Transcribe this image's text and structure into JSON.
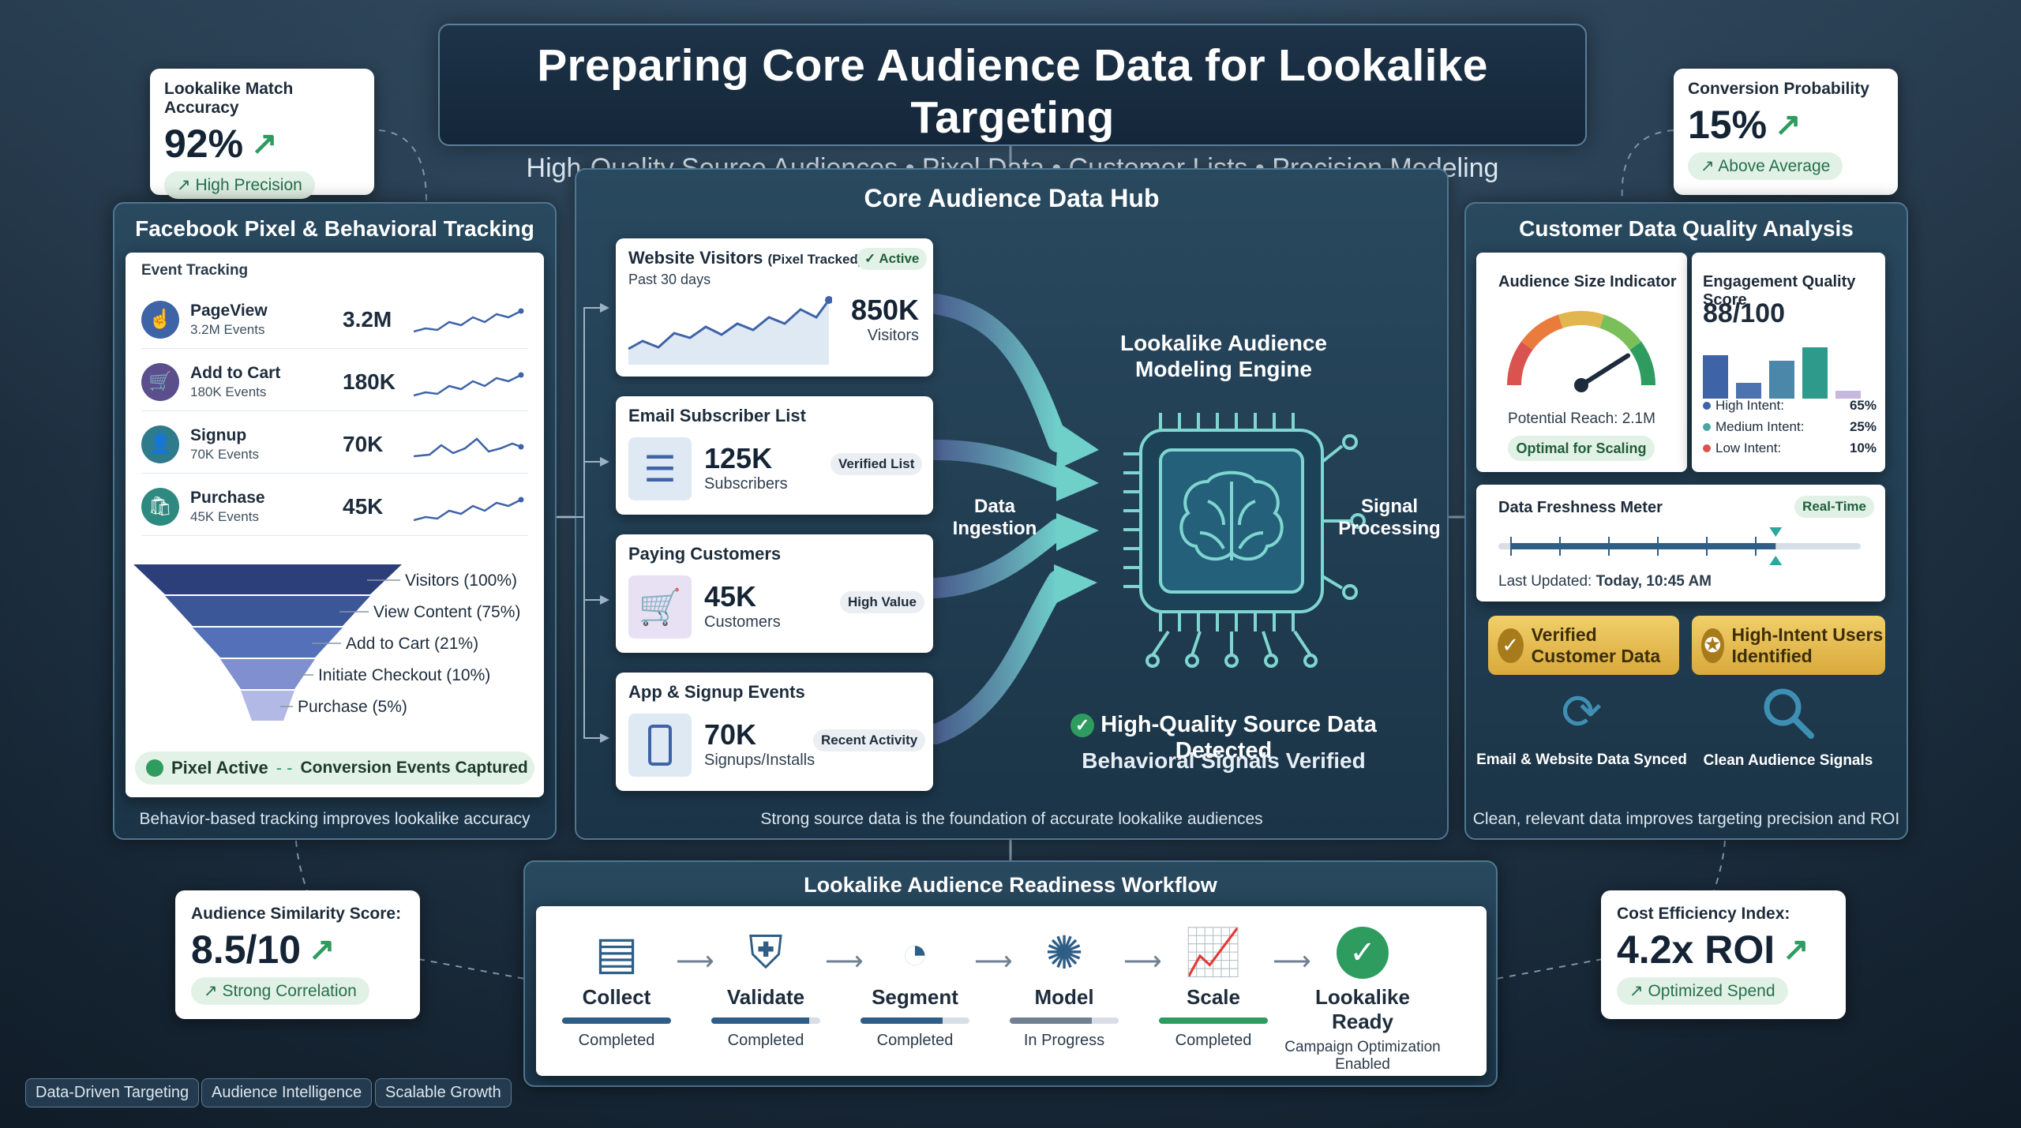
{
  "header": {
    "title": "Preparing Core Audience Data for Lookalike Targeting",
    "subtitle": "High-Quality Source Audiences • Pixel Data • Customer Lists • Precision Modeling"
  },
  "stats": {
    "match": {
      "label": "Lookalike Match Accuracy",
      "value": "92%",
      "pill": "High Precision"
    },
    "conversion": {
      "label": "Conversion Probability",
      "value": "15%",
      "pill": "Above Average"
    },
    "similarity": {
      "label": "Audience Similarity Score:",
      "value": "8.5/10",
      "pill": "Strong Correlation"
    },
    "cost": {
      "label": "Cost Efficiency Index:",
      "value": "4.2x ROI",
      "pill": "Optimized Spend"
    }
  },
  "pixel": {
    "title": "Facebook Pixel & Behavioral Tracking",
    "section": "Event Tracking",
    "events": [
      {
        "name": "PageView",
        "sub": "3.2M Events",
        "value": "3.2M",
        "color": "#3e63a7",
        "icon": "pageview-icon",
        "glyph": "☝"
      },
      {
        "name": "Add to Cart",
        "sub": "180K Events",
        "value": "180K",
        "color": "#5a4e8d",
        "icon": "cart-icon",
        "glyph": "🛒"
      },
      {
        "name": "Signup",
        "sub": "70K Events",
        "value": "70K",
        "color": "#2e7b8c",
        "icon": "user-add-icon",
        "glyph": "👤"
      },
      {
        "name": "Purchase",
        "sub": "45K Events",
        "value": "45K",
        "color": "#2e8a80",
        "icon": "bag-icon",
        "glyph": "🛍"
      }
    ],
    "funnel": [
      {
        "label": "Visitors (100%)",
        "pct": 100
      },
      {
        "label": "View Content (75%)",
        "pct": 75
      },
      {
        "label": "Add to Cart (21%)",
        "pct": 21
      },
      {
        "label": "Initiate Checkout (10%)",
        "pct": 10
      },
      {
        "label": "Purchase (5%)",
        "pct": 5
      }
    ],
    "status": "Pixel Active",
    "captured": "Conversion Events Captured",
    "footer": "Behavior-based tracking improves lookalike accuracy"
  },
  "hub": {
    "title": "Core Audience Data Hub",
    "sources": [
      {
        "title": "Website Visitors",
        "title_small": "(Pixel Tracked)",
        "badge": "Active",
        "period": "Past 30 days",
        "value": "850K",
        "unit": "Visitors"
      },
      {
        "title": "Email Subscriber List",
        "value": "125K",
        "unit": "Subscribers",
        "badge": "Verified List"
      },
      {
        "title": "Paying Customers",
        "value": "45K",
        "unit": "Customers",
        "badge": "High Value"
      },
      {
        "title": "App & Signup Events",
        "value": "70K",
        "unit": "Signups/Installs",
        "badge": "Recent Activity"
      }
    ],
    "ingestion": "Data Ingestion",
    "processing": "Signal Processing",
    "engine": "Lookalike Audience Modeling Engine",
    "detected": "High-Quality Source Data Detected",
    "verified": "Behavioral Signals Verified",
    "footer": "Strong source data is the foundation of accurate lookalike audiences"
  },
  "quality": {
    "title": "Customer Data Quality Analysis",
    "size": {
      "label": "Audience Size Indicator",
      "reach": "Potential Reach: 2.1M",
      "pill": "Optimal for Scaling",
      "gauge": 0.82
    },
    "engagement": {
      "label": "Engagement Quality Score",
      "score": "88/100",
      "bars": [
        {
          "v": 55,
          "c": "#3e63a7"
        },
        {
          "v": 20,
          "c": "#4c72b0"
        },
        {
          "v": 48,
          "c": "#4a87a8"
        },
        {
          "v": 65,
          "c": "#2e9a8c"
        },
        {
          "v": 10,
          "c": "#c7b8e0"
        }
      ],
      "items": [
        {
          "label": "High Intent:",
          "value": "65%",
          "color": "#3e63a7"
        },
        {
          "label": "Medium Intent:",
          "value": "25%",
          "color": "#49a6a0"
        },
        {
          "label": "Low Intent:",
          "value": "10%",
          "color": "#d9534f"
        }
      ]
    },
    "freshness": {
      "label": "Data Freshness Meter",
      "badge": "Real-Time",
      "updated_label": "Last Updated:",
      "updated": "Today, 10:45 AM",
      "level": 0.77
    },
    "gold": [
      {
        "text": "Verified Customer Data",
        "icon": "check-seal-icon"
      },
      {
        "text": "High-Intent Users Identified",
        "icon": "award-icon"
      }
    ],
    "features": [
      {
        "text": "Email & Website Data Synced",
        "icon": "sync-icon"
      },
      {
        "text": "Clean Audience Signals",
        "icon": "magnifier-icon"
      }
    ],
    "footer": "Clean, relevant data improves targeting precision and ROI"
  },
  "workflow": {
    "title": "Lookalike Audience Readiness Workflow",
    "steps": [
      {
        "name": "Collect",
        "status": "Completed",
        "progress": 1.0,
        "icon": "layers-icon"
      },
      {
        "name": "Validate",
        "status": "Completed",
        "progress": 0.9,
        "icon": "shield-check-icon"
      },
      {
        "name": "Segment",
        "status": "Completed",
        "progress": 0.75,
        "icon": "pie-icon"
      },
      {
        "name": "Model",
        "status": "In Progress",
        "progress": 0.75,
        "icon": "brain-icon"
      },
      {
        "name": "Scale",
        "status": "Completed",
        "progress": 1.0,
        "icon": "growth-chart-icon"
      },
      {
        "name": "Lookalike Ready",
        "status": "Campaign Optimization Enabled",
        "progress": null,
        "icon": "check-circle-icon"
      }
    ]
  },
  "tags": [
    "Data-Driven Targeting",
    "Audience Intelligence",
    "Scalable Growth"
  ],
  "colors": {
    "accent_green": "#2e9b5f",
    "panel": "#1f3a4f",
    "gold": "#e1b64e"
  }
}
